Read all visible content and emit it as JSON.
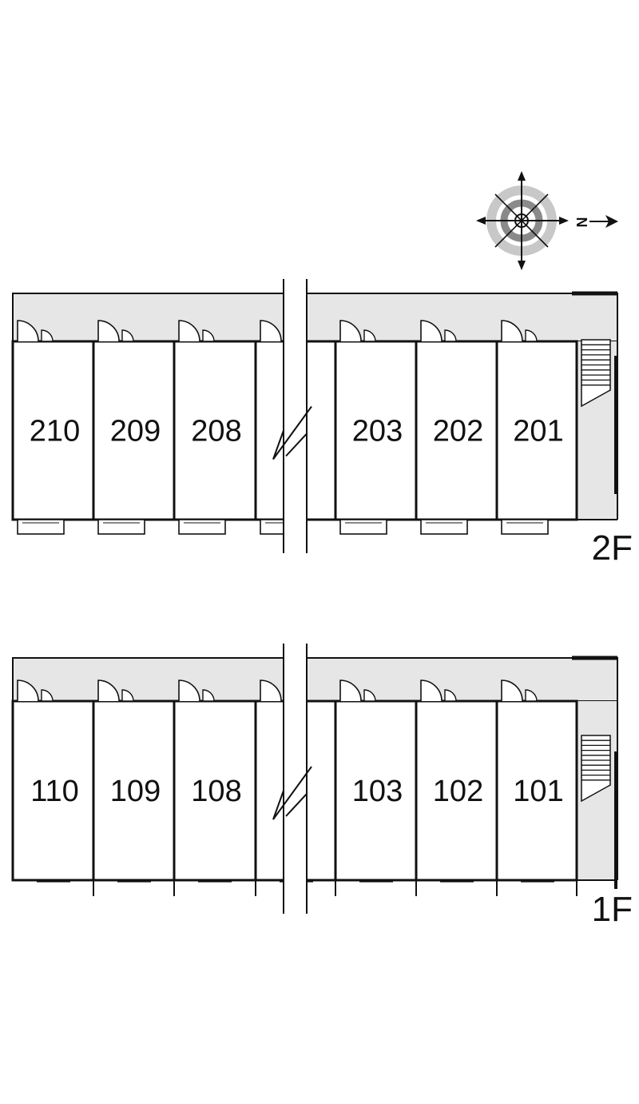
{
  "compass": {
    "icon": "compass-rose-icon",
    "north_letter": "N",
    "north_direction": "right"
  },
  "floors": [
    {
      "id": "2F",
      "label": "2F",
      "units": [
        "210",
        "209",
        "208",
        "",
        "203",
        "202",
        "201"
      ]
    },
    {
      "id": "1F",
      "label": "1F",
      "units": [
        "110",
        "109",
        "108",
        "",
        "103",
        "102",
        "101"
      ]
    }
  ],
  "colors": {
    "corridor_fill": "#e6e6e6",
    "wall": "#111111",
    "compass_ring": "#8a8a8a",
    "compass_ring_light": "#c8c8c8"
  }
}
